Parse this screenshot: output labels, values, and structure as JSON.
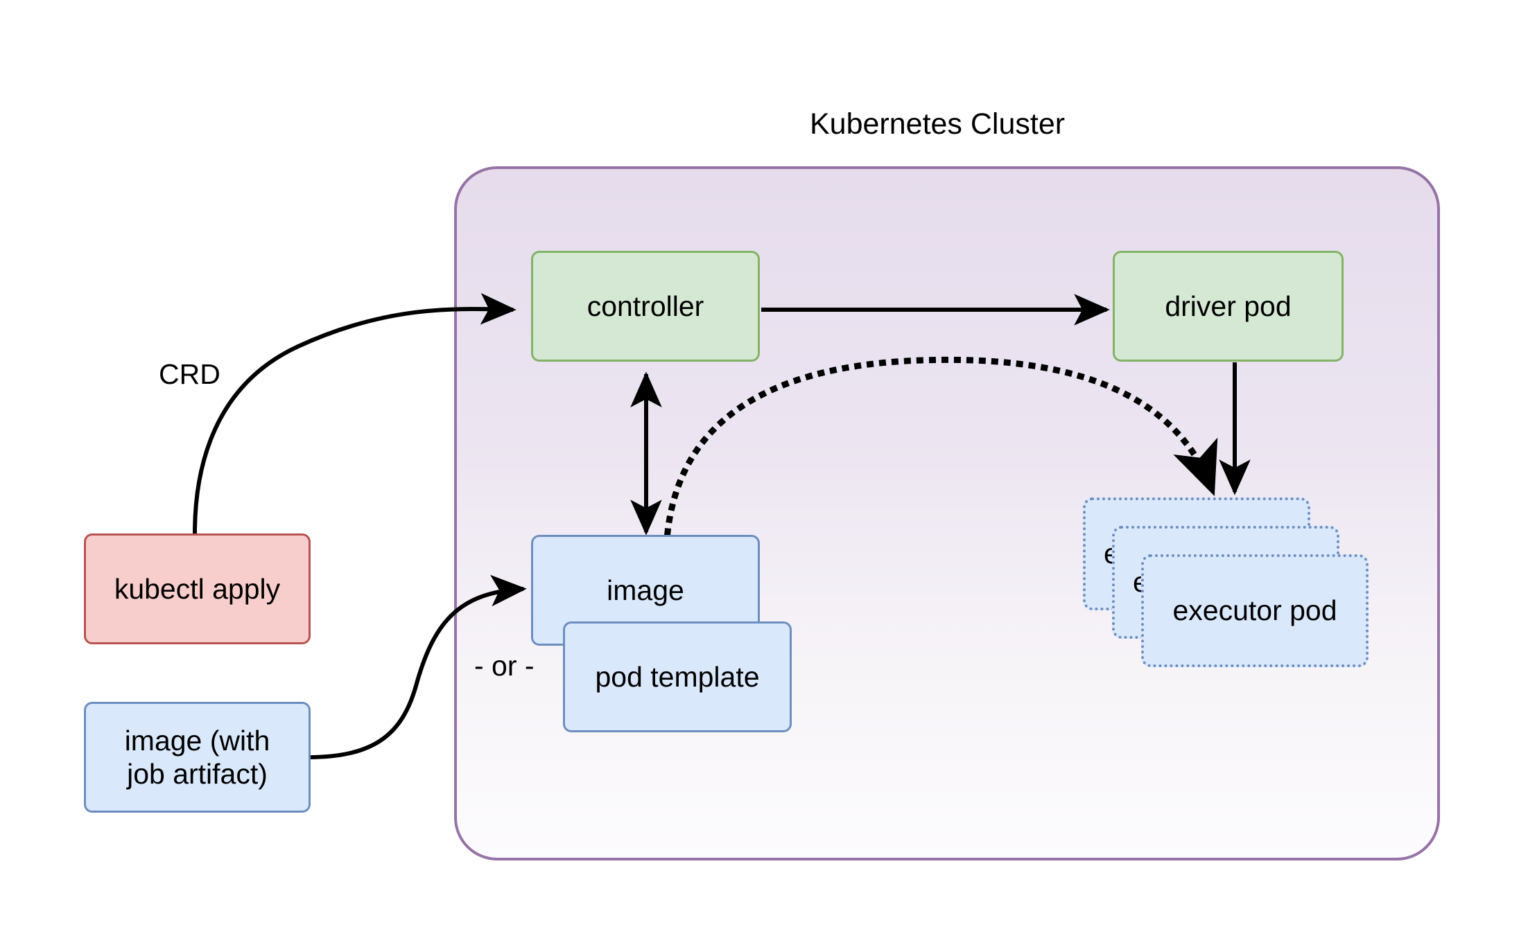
{
  "diagram": {
    "title": "Kubernetes Cluster",
    "background_color": "#ffffff",
    "cluster": {
      "label": "Kubernetes Cluster",
      "border_color": "#9673a6",
      "fill_top_color": "#e6dcec",
      "fill_bottom_color": "#fcfbfd"
    },
    "nodes": {
      "controller": {
        "label": "controller",
        "fill": "#d5e8d4",
        "stroke": "#82b366"
      },
      "driver_pod": {
        "label": "driver pod",
        "fill": "#d5e8d4",
        "stroke": "#82b366"
      },
      "kubectl_apply": {
        "label": "kubectl apply",
        "fill": "#f8cecc",
        "stroke": "#b85450"
      },
      "image_with_job_artifact": {
        "label_line1": "image (with",
        "label_line2": "job artifact)",
        "fill": "#dae8fc",
        "stroke": "#6c8ebf"
      },
      "image": {
        "label": "image",
        "fill": "#dae8fc",
        "stroke": "#6c8ebf"
      },
      "pod_template": {
        "label": "pod template",
        "fill": "#dae8fc",
        "stroke": "#6c8ebf"
      },
      "executor_pod_back": {
        "label": "executor pod",
        "fill": "#dae8fc",
        "stroke": "#6c8ebf"
      },
      "executor_pod_middle": {
        "label": "executor pod",
        "fill": "#dae8fc",
        "stroke": "#6c8ebf"
      },
      "executor_pod_front": {
        "label": "executor pod",
        "fill": "#dae8fc",
        "stroke": "#6c8ebf"
      }
    },
    "edge_labels": {
      "crd": "CRD",
      "or": "- or -"
    },
    "edges": [
      {
        "name": "kubectl-apply-to-controller",
        "label": "CRD",
        "style": "solid-curved",
        "arrow": "single"
      },
      {
        "name": "controller-to-driver-pod",
        "label": "",
        "style": "solid-straight",
        "arrow": "single"
      },
      {
        "name": "controller-to-image",
        "label": "",
        "style": "solid-straight",
        "arrow": "double"
      },
      {
        "name": "image-to-executor-pod",
        "label": "",
        "style": "dotted-curved",
        "arrow": "single"
      },
      {
        "name": "driver-pod-to-executor-pod",
        "label": "",
        "style": "solid-straight",
        "arrow": "single"
      },
      {
        "name": "image-artifact-to-image",
        "label": "",
        "style": "solid-curved",
        "arrow": "single"
      }
    ]
  }
}
